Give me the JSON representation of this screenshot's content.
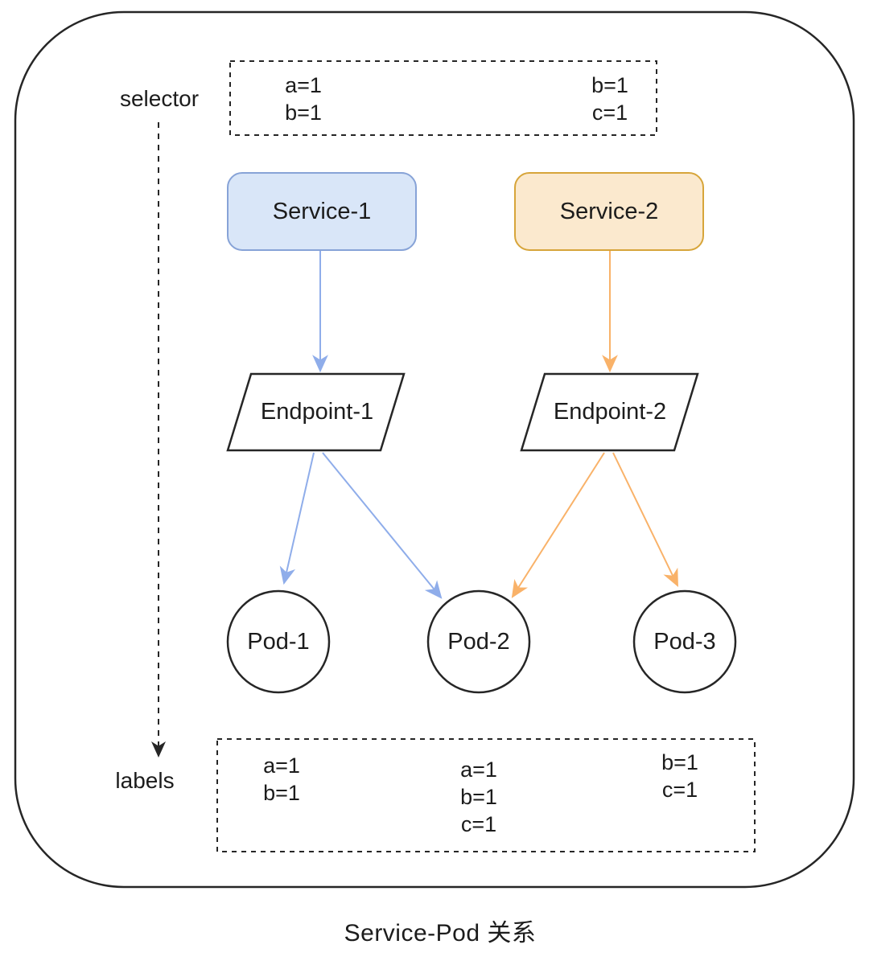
{
  "diagram": {
    "title": "Service-Pod 关系",
    "annotations": {
      "selector": "selector",
      "labels": "labels"
    },
    "selector_box": {
      "service1": [
        "a=1",
        "b=1"
      ],
      "service2": [
        "b=1",
        "c=1"
      ]
    },
    "services": [
      {
        "label": "Service-1",
        "fill": "#d9e6f8",
        "border": "#87a3d7",
        "arrow_color": "#8fadea"
      },
      {
        "label": "Service-2",
        "fill": "#fbe9ce",
        "border": "#d7a53a",
        "arrow_color": "#f9b269"
      }
    ],
    "endpoints": [
      {
        "label": "Endpoint-1"
      },
      {
        "label": "Endpoint-2"
      }
    ],
    "pods": [
      {
        "label": "Pod-1"
      },
      {
        "label": "Pod-2"
      },
      {
        "label": "Pod-3"
      }
    ],
    "labels_box": {
      "pod1": [
        "a=1",
        "b=1"
      ],
      "pod2": [
        "a=1",
        "b=1",
        "c=1"
      ],
      "pod3": [
        "b=1",
        "c=1"
      ]
    },
    "colors": {
      "outline": "#262626",
      "blue_arrow": "#8fadea",
      "orange_arrow": "#f9b269"
    }
  }
}
